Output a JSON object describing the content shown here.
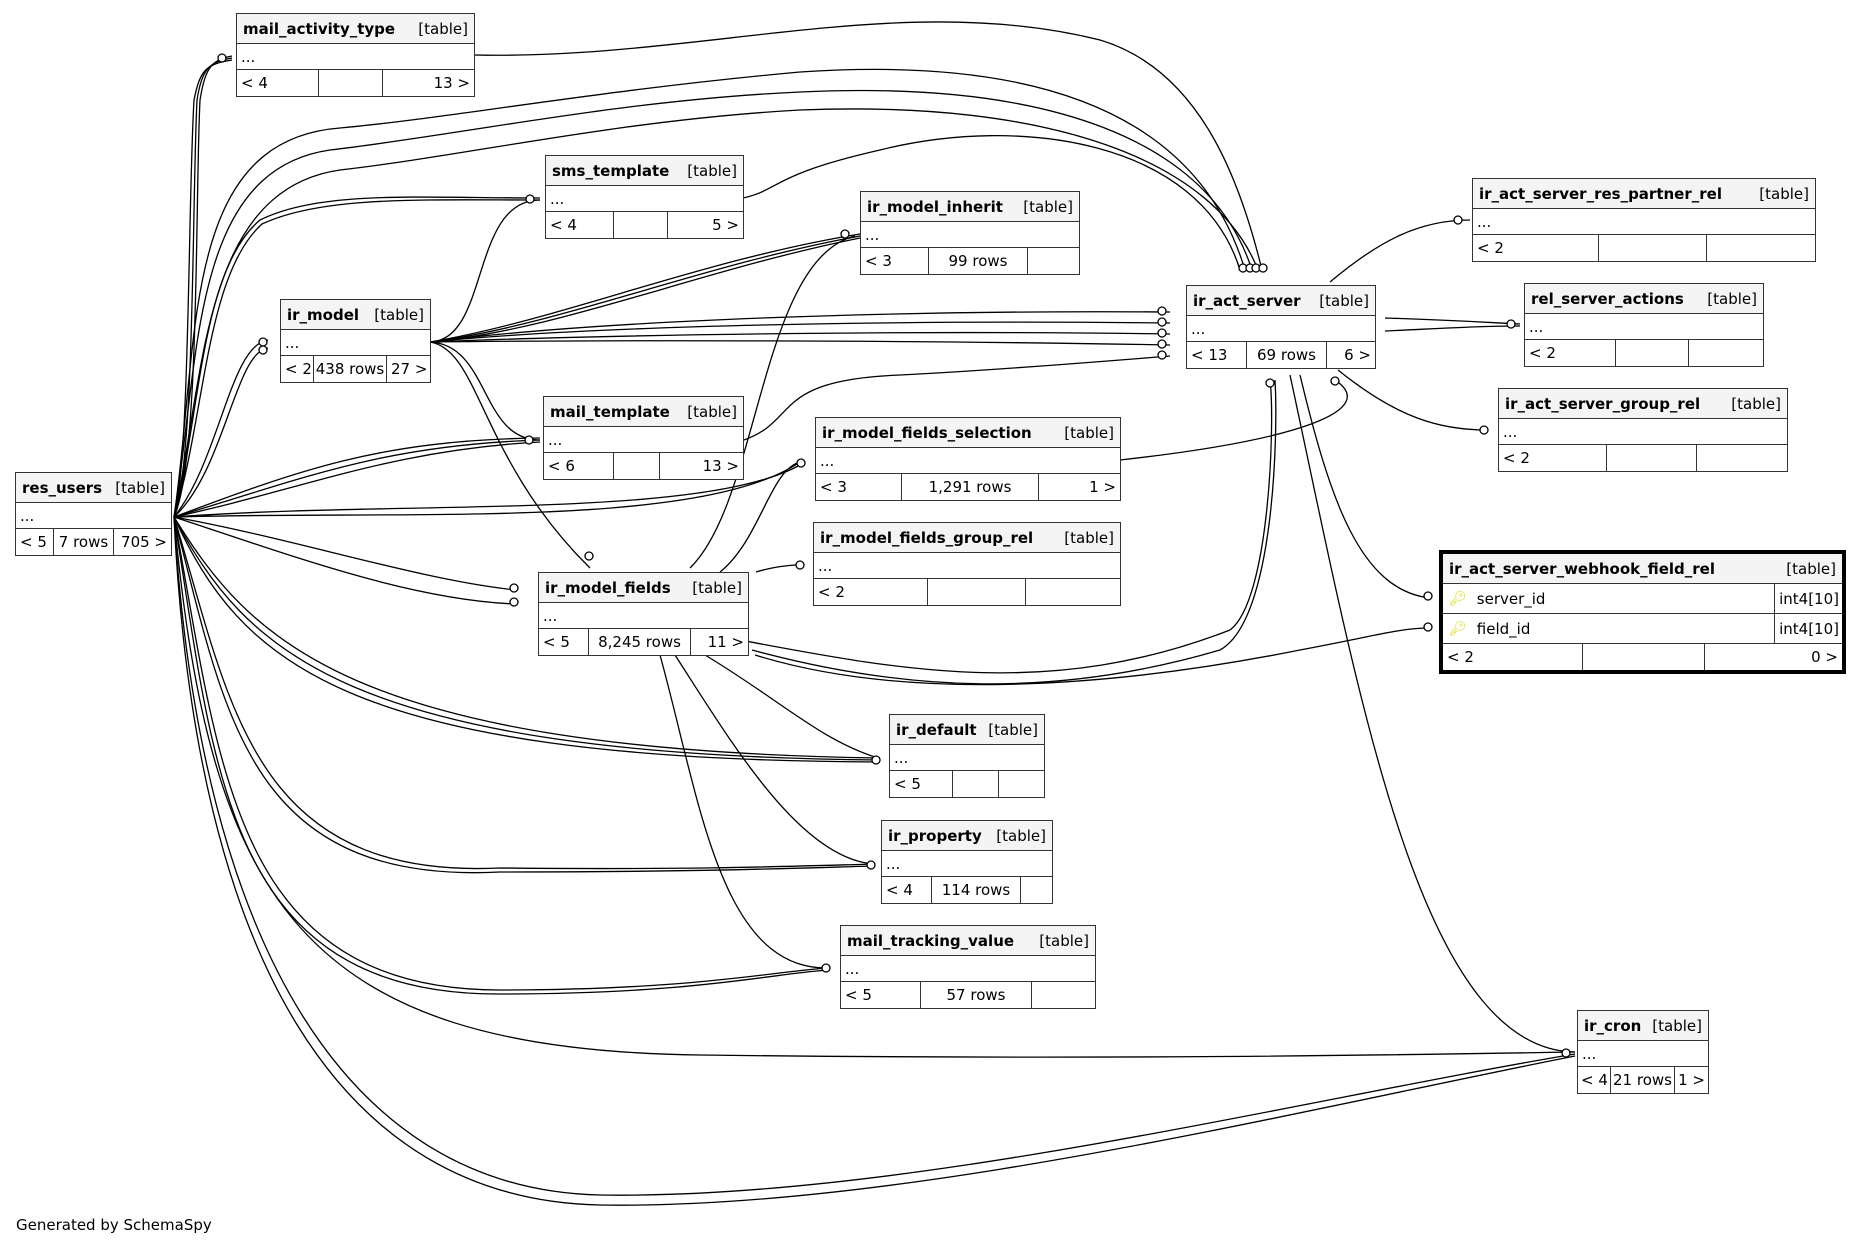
{
  "footer": "Generated by SchemaSpy",
  "table_kind_label": "[table]",
  "columns_placeholder": "...",
  "tables": {
    "mail_activity_type": {
      "name": "mail_activity_type",
      "parents": "< 4",
      "rows": "",
      "children": "13 >"
    },
    "sms_template": {
      "name": "sms_template",
      "parents": "< 4",
      "rows": "",
      "children": "5 >"
    },
    "ir_model_inherit": {
      "name": "ir_model_inherit",
      "parents": "< 3",
      "rows": "99 rows",
      "children": ""
    },
    "ir_model": {
      "name": "ir_model",
      "parents": "< 2",
      "rows": "438 rows",
      "children": "27 >"
    },
    "mail_template": {
      "name": "mail_template",
      "parents": "< 6",
      "rows": "",
      "children": "13 >"
    },
    "ir_model_fields_selection": {
      "name": "ir_model_fields_selection",
      "parents": "< 3",
      "rows": "1,291 rows",
      "children": "1 >"
    },
    "res_users": {
      "name": "res_users",
      "parents": "< 5",
      "rows": "7 rows",
      "children": "705 >"
    },
    "ir_model_fields_group_rel": {
      "name": "ir_model_fields_group_rel",
      "parents": "< 2",
      "rows": "",
      "children": ""
    },
    "ir_model_fields": {
      "name": "ir_model_fields",
      "parents": "< 5",
      "rows": "8,245 rows",
      "children": "11 >"
    },
    "ir_act_server": {
      "name": "ir_act_server",
      "parents": "< 13",
      "rows": "69 rows",
      "children": "6 >"
    },
    "ir_act_server_res_partner_rel": {
      "name": "ir_act_server_res_partner_rel",
      "parents": "< 2",
      "rows": "",
      "children": ""
    },
    "rel_server_actions": {
      "name": "rel_server_actions",
      "parents": "< 2",
      "rows": "",
      "children": ""
    },
    "ir_act_server_group_rel": {
      "name": "ir_act_server_group_rel",
      "parents": "< 2",
      "rows": "",
      "children": ""
    },
    "ir_act_server_webhook_field_rel": {
      "name": "ir_act_server_webhook_field_rel",
      "parents": "< 2",
      "rows": "",
      "children": "0 >",
      "columns": [
        {
          "name": "server_id",
          "type": "int4[10]",
          "icon": "primary-key-icon"
        },
        {
          "name": "field_id",
          "type": "int4[10]",
          "icon": "primary-key-icon"
        }
      ]
    },
    "ir_default": {
      "name": "ir_default",
      "parents": "< 5",
      "rows": "",
      "children": ""
    },
    "ir_property": {
      "name": "ir_property",
      "parents": "< 4",
      "rows": "114 rows",
      "children": ""
    },
    "mail_tracking_value": {
      "name": "mail_tracking_value",
      "parents": "< 5",
      "rows": "57 rows",
      "children": ""
    },
    "ir_cron": {
      "name": "ir_cron",
      "parents": "< 4",
      "rows": "21 rows",
      "children": "1 >"
    }
  },
  "relationships": [
    {
      "from": "res_users",
      "to": "mail_activity_type"
    },
    {
      "from": "res_users",
      "to": "sms_template"
    },
    {
      "from": "res_users",
      "to": "ir_model"
    },
    {
      "from": "res_users",
      "to": "mail_template"
    },
    {
      "from": "res_users",
      "to": "ir_model_fields_selection"
    },
    {
      "from": "res_users",
      "to": "ir_model_fields"
    },
    {
      "from": "res_users",
      "to": "ir_act_server"
    },
    {
      "from": "res_users",
      "to": "ir_default"
    },
    {
      "from": "res_users",
      "to": "ir_property"
    },
    {
      "from": "res_users",
      "to": "mail_tracking_value"
    },
    {
      "from": "res_users",
      "to": "ir_cron"
    },
    {
      "from": "ir_model",
      "to": "sms_template"
    },
    {
      "from": "ir_model",
      "to": "ir_model_inherit"
    },
    {
      "from": "ir_model",
      "to": "mail_template"
    },
    {
      "from": "ir_model",
      "to": "ir_model_fields"
    },
    {
      "from": "ir_model",
      "to": "ir_act_server"
    },
    {
      "from": "mail_activity_type",
      "to": "ir_act_server"
    },
    {
      "from": "sms_template",
      "to": "ir_act_server"
    },
    {
      "from": "mail_template",
      "to": "ir_act_server"
    },
    {
      "from": "ir_model_fields",
      "to": "ir_model_inherit"
    },
    {
      "from": "ir_model_fields",
      "to": "ir_model_fields_selection"
    },
    {
      "from": "ir_model_fields",
      "to": "ir_model_fields_group_rel"
    },
    {
      "from": "ir_model_fields",
      "to": "ir_act_server"
    },
    {
      "from": "ir_model_fields",
      "to": "ir_act_server_webhook_field_rel"
    },
    {
      "from": "ir_model_fields",
      "to": "ir_default"
    },
    {
      "from": "ir_model_fields",
      "to": "ir_property"
    },
    {
      "from": "ir_model_fields",
      "to": "mail_tracking_value"
    },
    {
      "from": "ir_act_server",
      "to": "ir_act_server_res_partner_rel"
    },
    {
      "from": "ir_act_server",
      "to": "rel_server_actions"
    },
    {
      "from": "ir_act_server",
      "to": "ir_act_server_group_rel"
    },
    {
      "from": "ir_act_server",
      "to": "ir_act_server_webhook_field_rel"
    },
    {
      "from": "ir_act_server",
      "to": "ir_cron"
    },
    {
      "from": "ir_act_server",
      "to": "ir_model_fields_selection"
    }
  ]
}
